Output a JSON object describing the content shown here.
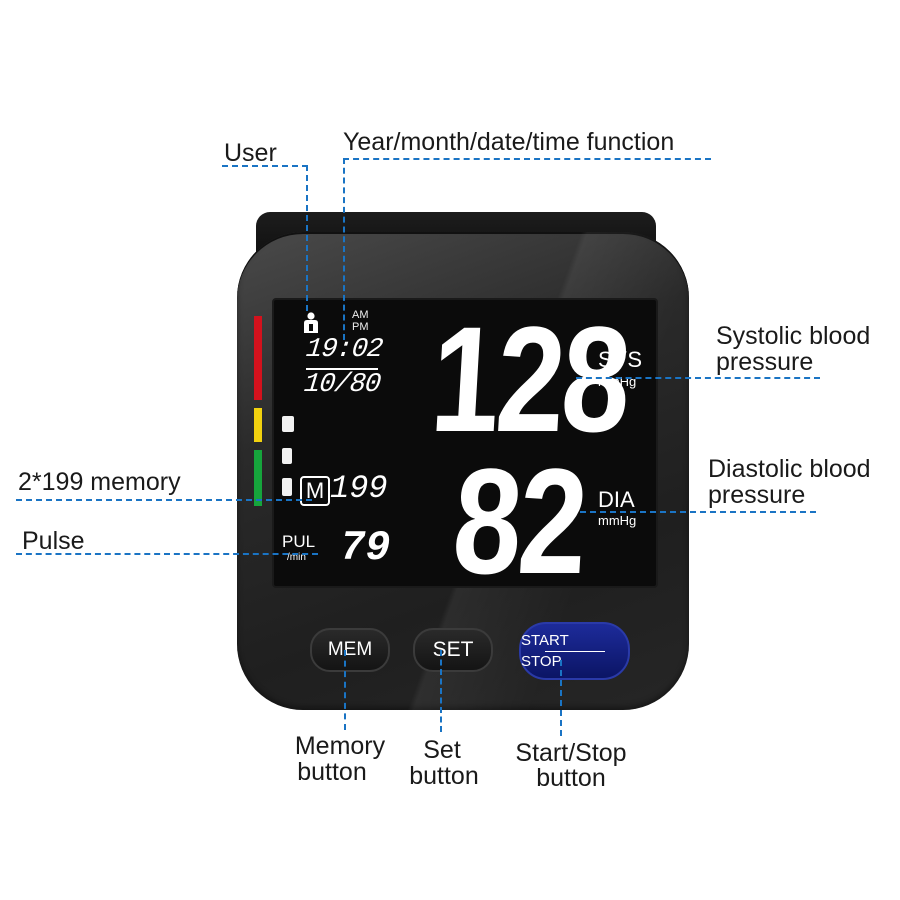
{
  "annotations": {
    "user": "User",
    "datetime": "Year/month/date/time function",
    "systolic_l1": "Systolic blood",
    "systolic_l2": "pressure",
    "diastolic_l1": "Diastolic blood",
    "diastolic_l2": "pressure",
    "memory": "2*199 memory",
    "pulse": "Pulse",
    "mem_btn_l1": "Memory",
    "mem_btn_l2": "button",
    "set_btn_l1": "Set",
    "set_btn_l2": "button",
    "start_btn_l1": "Start/Stop",
    "start_btn_l2": "button"
  },
  "display": {
    "am": "AM",
    "pm": "PM",
    "time": "19:02",
    "date": "10/80",
    "systolic": "128",
    "sys_label": "SYS",
    "sys_unit": "mmHg",
    "diastolic": "82",
    "dia_label": "DIA",
    "dia_unit": "mmHg",
    "mem_icon": "M",
    "mem_count": "199",
    "pul_label": "PUL",
    "pul_unit": "/min",
    "pulse": "79"
  },
  "buttons": {
    "mem": "MEM",
    "set": "SET",
    "start": "START",
    "stop": "STOP"
  },
  "colors": {
    "leader": "#1a74c4",
    "bar_red": "#d4121d",
    "bar_yellow": "#f2d20f",
    "bar_green": "#16a53c",
    "start_button": "#1d2b9a"
  },
  "icons": [
    "user-icon"
  ]
}
